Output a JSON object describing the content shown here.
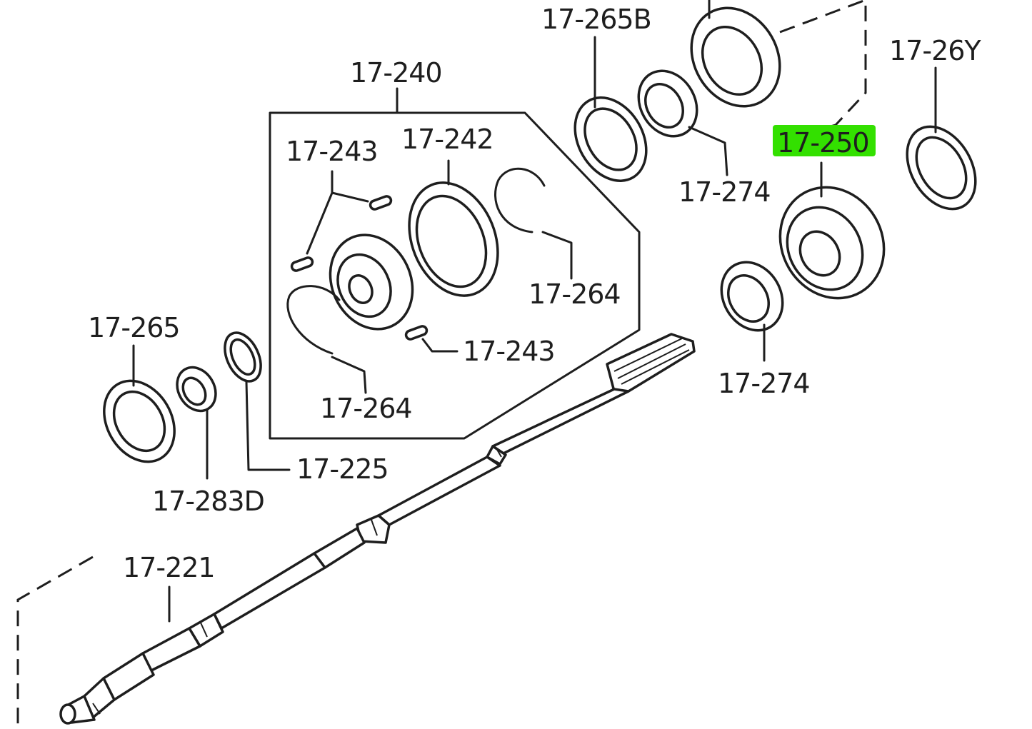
{
  "labels": {
    "p17_265B": "17-265B",
    "p17_26Y": "17-26Y",
    "p17_240": "17-240",
    "p17_242": "17-242",
    "p17_243_top": "17-243",
    "p17_243_bottom": "17-243",
    "p17_250": "17-250",
    "p17_274_top": "17-274",
    "p17_274_bottom": "17-274",
    "p17_264_right": "17-264",
    "p17_264_left": "17-264",
    "p17_265": "17-265",
    "p17_225": "17-225",
    "p17_283D": "17-283D",
    "p17_221": "17-221"
  },
  "highlight": {
    "part": "17-250",
    "color": "#33e000"
  }
}
